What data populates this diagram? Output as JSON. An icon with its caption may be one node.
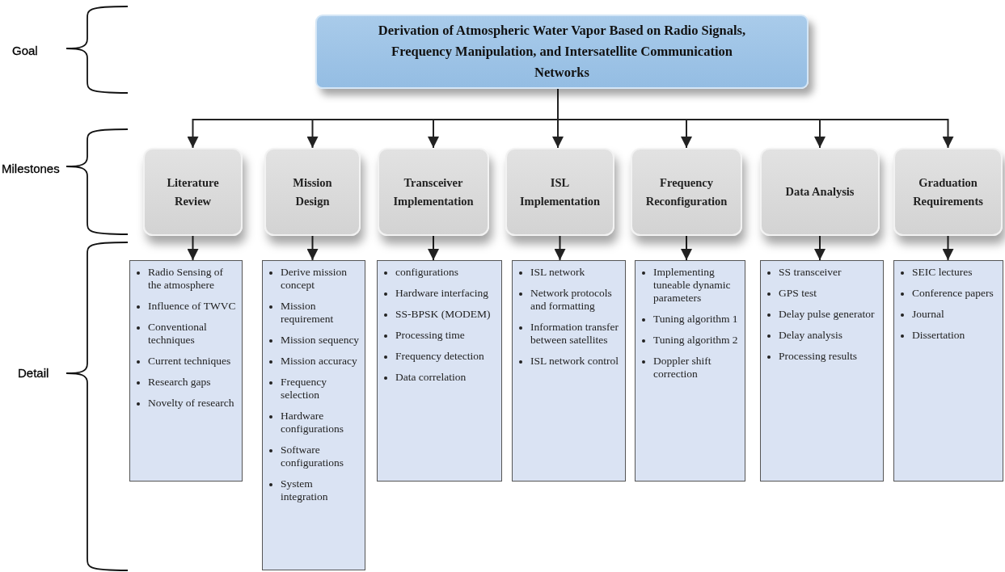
{
  "diagram": {
    "nodes": [
      {
        "text": [
          "Derivation of Atmospheric Water Vapor Based on Radio Signals, Frequency Manipulation, and Intersatellite Communication Networks"
        ]
      },
      {
        "text": [
          "Literature Review"
        ]
      },
      {
        "text": [
          "Mission Design"
        ]
      },
      {
        "text": [
          "Transceiver Implementation"
        ]
      },
      {
        "text": [
          "ISL Implementation"
        ]
      },
      {
        "text": [
          "Frequency Reconfiguration"
        ]
      },
      {
        "text": [
          "Data Analysis"
        ]
      },
      {
        "text": [
          "Graduation Requirements"
        ]
      },
      {
        "text": [
          "Radio Sensing of the atmosphere",
          "Influence of TWVC",
          "Conventional techniques",
          "Current techniques",
          "Research gaps",
          "Novelty of research"
        ]
      },
      {
        "text": [
          "Derive mission concept",
          "Mission requirement",
          "Mission sequency",
          "Mission accuracy",
          "Frequency selection",
          "Hardware configurations",
          "Software configurations",
          "System integration"
        ]
      },
      {
        "text": [
          "configurations",
          "Hardware interfacing",
          "SS-BPSK (MODEM)",
          "Processing time",
          "Frequency detection",
          "Data correlation"
        ]
      },
      {
        "text": [
          "ISL network",
          "Network protocols and formatting",
          "Information transfer between satellites",
          "ISL network control"
        ]
      },
      {
        "text": [
          "Implementing tuneable dynamic parameters",
          "Tuning algorithm 1",
          "Tuning algorithm 2",
          "Doppler shift correction"
        ]
      },
      {
        "text": [
          "SS transceiver",
          "GPS test",
          "Delay pulse generator",
          "Delay analysis",
          "Processing results"
        ]
      },
      {
        "text": [
          "SEIC lectures",
          "Conference papers",
          "Journal",
          "Dissertation"
        ]
      }
    ],
    "edges": [
      {
        "from": 0,
        "to": 1,
        "arrow": "to"
      },
      {
        "from": 0,
        "to": 2,
        "arrow": "to"
      },
      {
        "from": 0,
        "to": 3,
        "arrow": "to"
      },
      {
        "from": 0,
        "to": 4,
        "arrow": "to"
      },
      {
        "from": 0,
        "to": 5,
        "arrow": "to"
      },
      {
        "from": 0,
        "to": 6,
        "arrow": "to"
      },
      {
        "from": 0,
        "to": 7,
        "arrow": "to"
      },
      {
        "from": 1,
        "to": 8,
        "arrow": "to"
      },
      {
        "from": 2,
        "to": 9,
        "arrow": "to"
      },
      {
        "from": 3,
        "to": 10,
        "arrow": "to"
      },
      {
        "from": 4,
        "to": 11,
        "arrow": "to"
      },
      {
        "from": 5,
        "to": 12,
        "arrow": "to"
      },
      {
        "from": 6,
        "to": 13,
        "arrow": "to"
      },
      {
        "from": 7,
        "to": 14,
        "arrow": "to"
      }
    ],
    "labels": [
      "Goal",
      "Milestones",
      "Detail"
    ]
  }
}
